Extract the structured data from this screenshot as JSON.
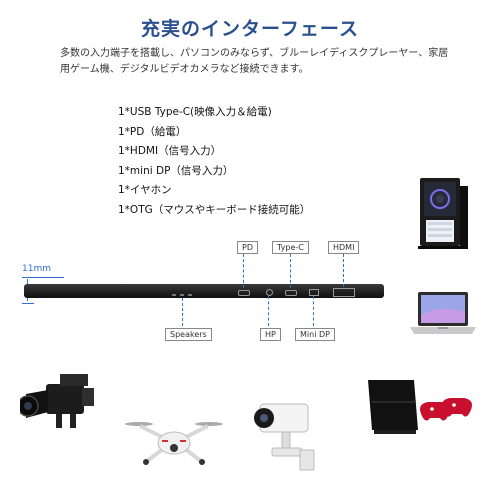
{
  "title": "充実のインターフェース",
  "description": "多数の入力端子を搭載し、パソコンのみならず、ブルーレイディスクプレーヤー、家居用ゲーム機、デジタルビデオカメラなど接続できます。",
  "ports": [
    "1*USB Type-C(映像入力＆給電)",
    "1*PD（給電）",
    "1*HDMI（信号入力）",
    "1*mini DP（信号入力）",
    "1*イヤホン",
    "1*OTG（マウスやキーボード接続可能）"
  ],
  "labels": {
    "pd": "PD",
    "typec": "Type-C",
    "hdmi": "HDMI",
    "speakers": "Speakers",
    "hp": "HP",
    "minidp": "Mini DP",
    "thickness": "11mm"
  },
  "colors": {
    "title": "#2a4f8f",
    "accent": "#2f6fd6",
    "device": "#1a1a1a"
  },
  "devices": [
    "pc-tower-icon",
    "laptop-icon",
    "video-camera-icon",
    "drone-icon",
    "security-camera-icon",
    "game-console-icon"
  ]
}
